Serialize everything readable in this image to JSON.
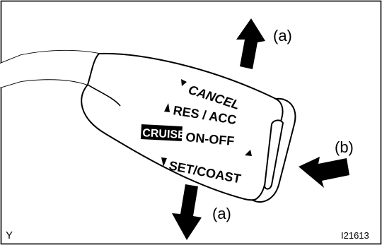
{
  "labels": {
    "cancel": "CANCEL",
    "res_acc": "RES / ACC",
    "cruise": "CRUISE",
    "on_off": "ON-OFF",
    "set_coast": "SET/COAST",
    "arrow_a_top": "(a)",
    "arrow_a_bottom": "(a)",
    "arrow_b": "(b)",
    "corner_y": "Y",
    "figure_id": "I21613"
  },
  "colors": {
    "ink": "#000000",
    "paper": "#ffffff"
  }
}
